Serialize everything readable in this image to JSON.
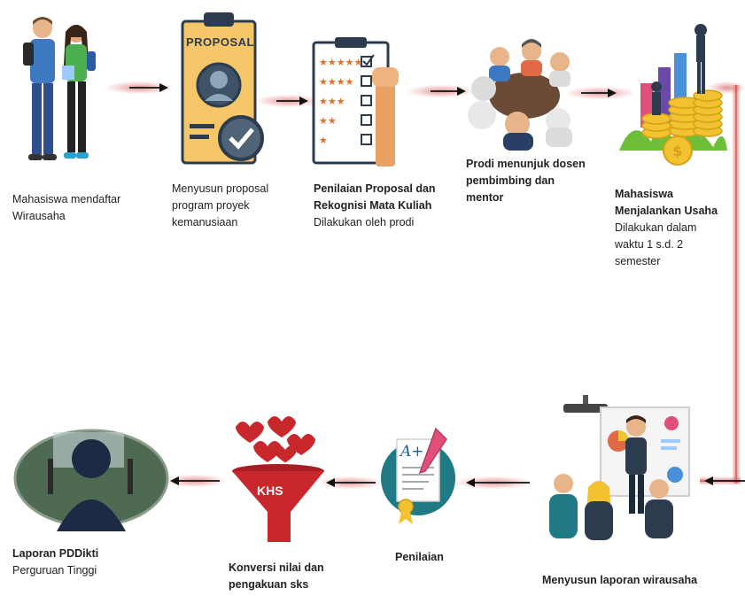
{
  "steps": [
    {
      "id": "daftar",
      "title": "",
      "text": [
        "Mahasiswa mendaftar",
        "Wirausaha"
      ]
    },
    {
      "id": "proposal",
      "title": "",
      "text": [
        "Menyusun proposal",
        "program proyek",
        "kemanusiaan"
      ],
      "badge": "PROPOSAL"
    },
    {
      "id": "penilaian-proposal",
      "title": "Penilaian Proposal dan Rekognisi Mata Kuliah",
      "title_lines": [
        "Penilaian Proposal dan",
        "Rekognisi Mata Kuliah"
      ],
      "text": [
        "Dilakukan oleh prodi"
      ]
    },
    {
      "id": "dosen",
      "title": "Prodi menunjuk dosen pembimbing dan mentor",
      "title_lines": [
        "Prodi menunjuk dosen",
        "pembimbing dan",
        "mentor"
      ],
      "text": []
    },
    {
      "id": "usaha",
      "title": "Mahasiswa Menjalankan Usaha",
      "title_lines": [
        "Mahasiswa",
        "Menjalankan Usaha"
      ],
      "text": [
        "Dilakukan dalam",
        "waktu 1 s.d. 2",
        "semester"
      ]
    },
    {
      "id": "laporan",
      "title": "Menyusun laporan wirausaha",
      "title_lines": [
        "Menyusun laporan wirausaha"
      ],
      "text": []
    },
    {
      "id": "penilaian",
      "title": "Penilaian",
      "title_lines": [
        "Penilaian"
      ],
      "text": [],
      "grade": "A+"
    },
    {
      "id": "konversi",
      "title": "Konversi nilai dan pengakuan sks",
      "title_lines": [
        "Konversi nilai dan",
        "pengakuan sks"
      ],
      "text": [],
      "funnel_label": "KHS"
    },
    {
      "id": "pddikti",
      "title": "Laporan PDDikti",
      "title_lines": [
        "Laporan PDDikti"
      ],
      "text": [
        "Perguruan Tinggi"
      ]
    }
  ],
  "colors": {
    "connector": "#c83232",
    "arrow": "#111111",
    "proposal_doc": "#f6c768",
    "teal": "#1f7a86",
    "funnel": "#c8282c"
  }
}
